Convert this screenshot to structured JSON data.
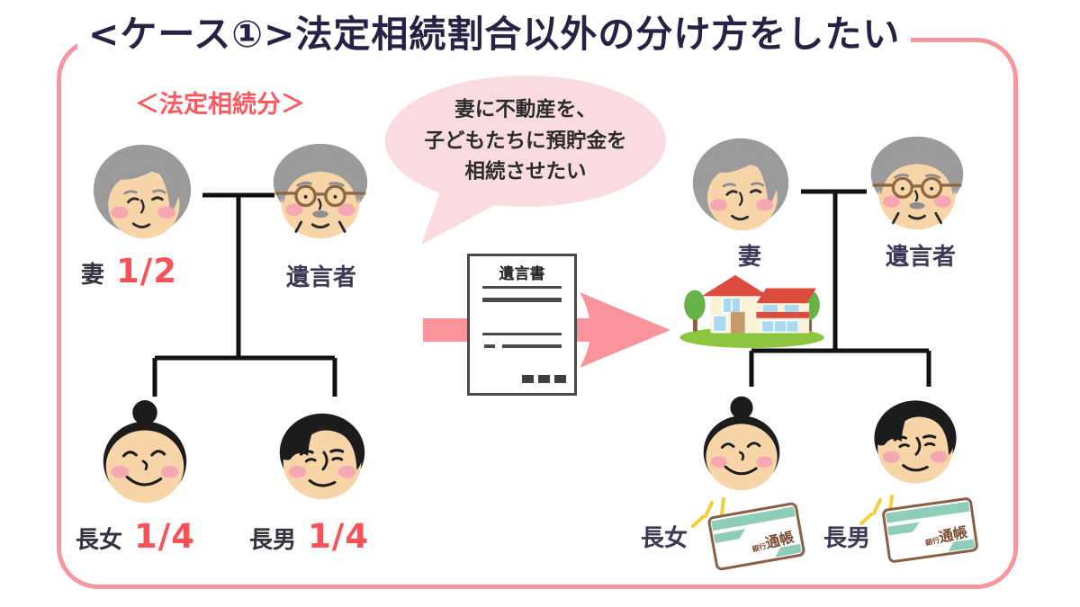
{
  "title": "<ケース①>法定相続割合以外の分け方をしたい",
  "legal_share": {
    "heading": "＜法定相続分＞",
    "wife_label": "妻",
    "wife_share": "1/2",
    "testator_label": "遺言者",
    "daughter_label": "長女",
    "daughter_share": "1/4",
    "son_label": "長男",
    "son_share": "1/4"
  },
  "wish": {
    "bubble_line1": "妻に不動産を、",
    "bubble_line2": "子どもたちに預貯金を",
    "bubble_line3": "相続させたい",
    "will_title": "遺言書"
  },
  "result": {
    "wife_label": "妻",
    "testator_label": "遺言者",
    "daughter_label": "長女",
    "son_label": "長男",
    "passbook_bank": "銀行",
    "passbook_book": "通帳"
  },
  "colors": {
    "frame_pink": "#F8959E",
    "arrow_pink": "#F9949C",
    "bubble_pink": "#FADCE0",
    "accent_red": "#FA5258",
    "title_navy": "#262244",
    "label_navy": "#3E3A55"
  }
}
